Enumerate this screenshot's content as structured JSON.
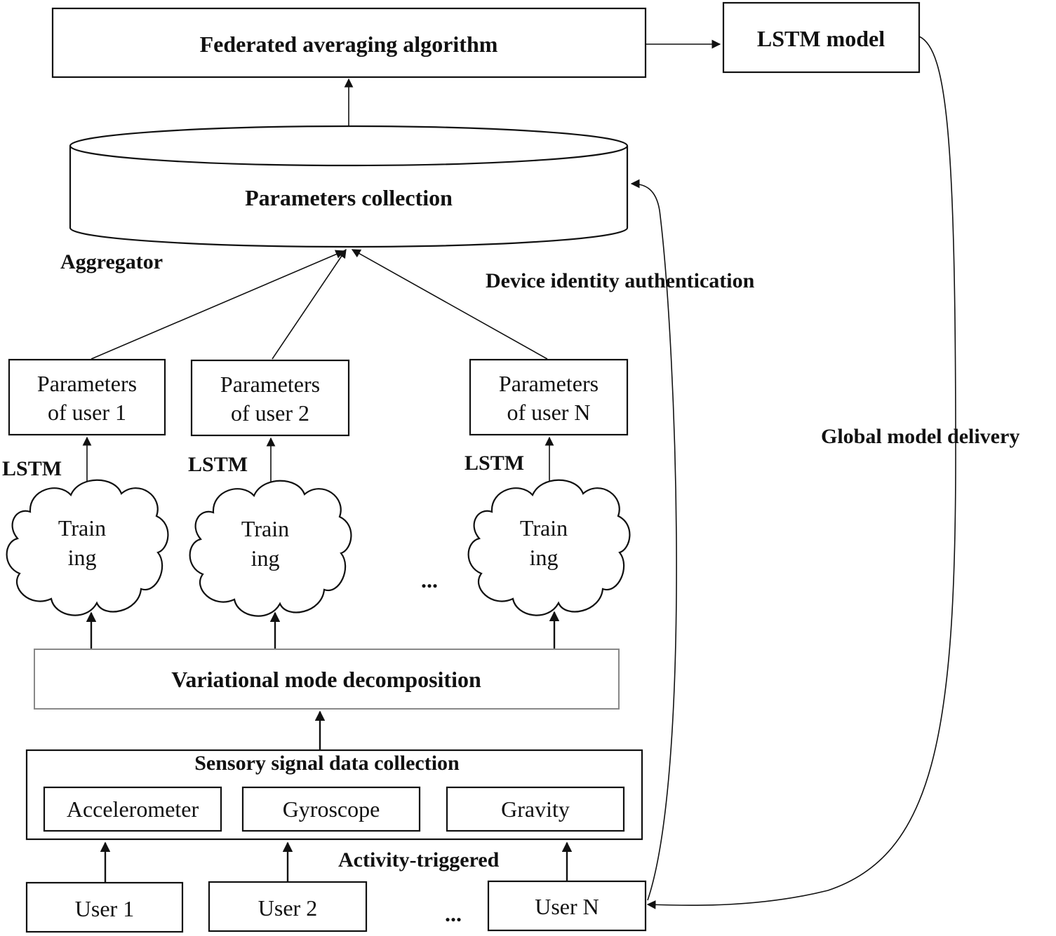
{
  "top": {
    "fedavg_label": "Federated averaging algorithm",
    "lstm_model_label": "LSTM model"
  },
  "aggregator": {
    "collection_label": "Parameters collection",
    "aggregator_label": "Aggregator"
  },
  "side_labels": {
    "device_auth": "Device identity authentication",
    "global_delivery": "Global model delivery",
    "activity_triggered": "Activity-triggered"
  },
  "users_params": [
    {
      "line1": "Parameters",
      "line2": "of user 1"
    },
    {
      "line1": "Parameters",
      "line2": "of user 2"
    },
    {
      "line1": "Parameters",
      "line2": "of user N"
    }
  ],
  "lstm_label": "LSTM",
  "training": {
    "line1": "Train",
    "line2": "ing"
  },
  "ellipsis": "...",
  "vmd_label": "Variational mode decomposition",
  "sensory": {
    "title": "Sensory signal data collection",
    "sensors": [
      "Accelerometer",
      "Gyroscope",
      "Gravity"
    ]
  },
  "users": [
    "User 1",
    "User 2",
    "User N"
  ]
}
